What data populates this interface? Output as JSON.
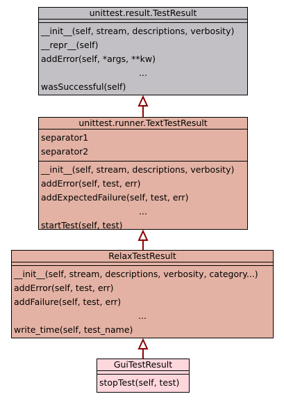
{
  "colors": {
    "base_fill": "#c2c0c4",
    "runner_fill": "#e3b2a4",
    "relax_fill": "#e4b2a4",
    "gui_fill": "#fdd7dc",
    "arrow": "#8b0000"
  },
  "classes": [
    {
      "id": "testresult",
      "name": "unittest.result.TestResult",
      "attributes": [],
      "methods": [
        "__init__(self, stream, descriptions, verbosity)",
        "__repr__(self)",
        "addError(self, *args, **kw)",
        "...",
        "wasSuccessful(self)"
      ]
    },
    {
      "id": "texttestresult",
      "name": "unittest.runner.TextTestResult",
      "attributes": [
        "separator1",
        "separator2"
      ],
      "methods": [
        "__init__(self, stream, descriptions, verbosity)",
        "addError(self, test, err)",
        "addExpectedFailure(self, test, err)",
        "...",
        "startTest(self, test)"
      ]
    },
    {
      "id": "relaxtestresult",
      "name": "RelaxTestResult",
      "attributes": [],
      "methods": [
        "__init__(self, stream, descriptions, verbosity, category...)",
        "addError(self, test, err)",
        "addFailure(self, test, err)",
        "...",
        "write_time(self, test_name)"
      ]
    },
    {
      "id": "guitestresult",
      "name": "GuiTestResult",
      "attributes": [],
      "methods": [
        "stopTest(self, test)"
      ]
    }
  ],
  "inheritance": [
    {
      "child": "texttestresult",
      "parent": "testresult"
    },
    {
      "child": "relaxtestresult",
      "parent": "texttestresult"
    },
    {
      "child": "guitestresult",
      "parent": "relaxtestresult"
    }
  ]
}
